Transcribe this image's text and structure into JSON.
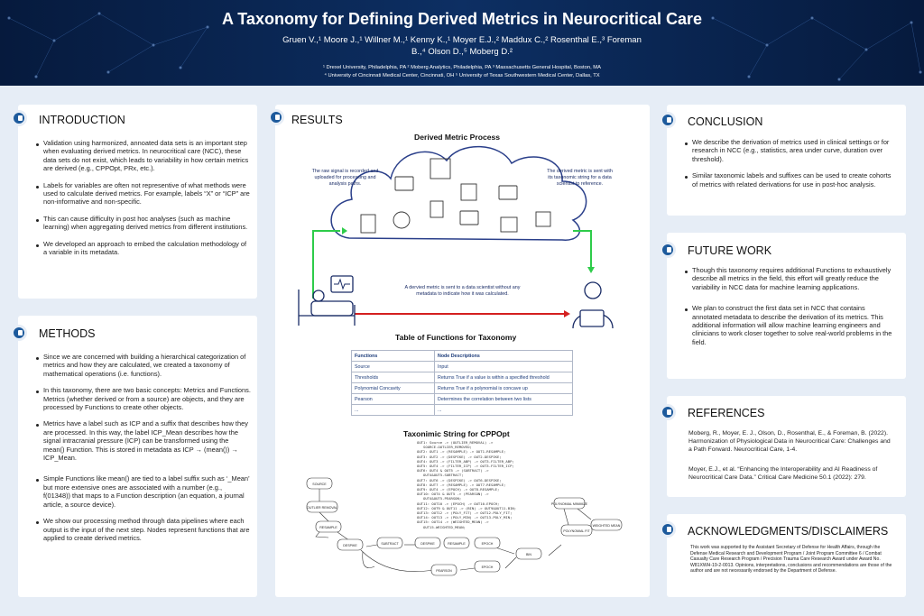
{
  "header": {
    "title": "A Taxonomy for Defining Derived Metrics in Neurocritical Care",
    "authors": "Gruen V.,¹ Moore J.,¹ Willner M.,¹ Kenny K.,¹ Moyer E.J.,² Maddux C.,² Rosenthal E.,³ Foreman B.,⁴ Olson D.,⁵ Moberg D.²",
    "affil_1": "¹ Drexel University, Philadelphia, PA ² Moberg Analytics, Philadelphia, PA ³ Massachusetts General Hospital, Boston, MA",
    "affil_2": "⁴ University of Cincinnati Medical Center, Cincinnati, OH ⁵ University of Texas Southwestern Medical Center, Dallas, TX"
  },
  "introduction": {
    "heading": "INTRODUCTION",
    "bullets": [
      "Validation using harmonized, annoated data sets is an important step when evaluating derived metrics. In neurocritical care (NCC), these data sets do not exist, which leads to variability in how certain metrics are derived (e.g., CPPOpt, PRx, etc.).",
      "Labels for variables are often not representive of what methods were used to calculate derived metrics. For example, labels “X” or “ICP” are non-informative and non-specific.",
      "This can cause difficulty in post hoc analyses (such as machine learning) when aggregating derived metrics from different institutions.",
      "We developed an approach to embed the calculation methodology of a variable in its metadata."
    ]
  },
  "methods": {
    "heading": "METHODS",
    "bullets": [
      "Since we are concerned with building a hierarchical categorization of metrics and how they are calculated, we created a taxonomy of mathematical operations (i.e. functions).",
      "In this taxonomy, there are two basic concepts: Metrics and Functions. Metrics (whether derived or from a source) are objects, and they are processed by Functions to create other objects.",
      "Metrics have a label such as ICP and a suffix that describes how they are processed. In this way, the label ICP_Mean describes how the signal intracranial pressure (ICP) can be transformed using the mean() Function. This is stored in metadata as ICP → (mean()) → ICP_Mean.",
      "Simple Functions like mean() are tied to a label suffix such as ‘_Mean’ but more extensive ones are associated with a number (e.g., f(01348)) that maps to a Function description (an equation, a journal article, a source device).",
      "We show our processing method through data pipelines where each output is the input of the next step. Nodes represent functions that are applied to create derived metrics."
    ]
  },
  "results": {
    "heading": "RESULTS",
    "process_title": "Derived Metric Process",
    "ann_left": "The raw signal is recorded and uploaded for processing and analysis paths.",
    "ann_right": "The derived metric is sent with its taxonomic string for a data scientist to reference.",
    "ann_bottom": "A dervied metric is sent to a data scientist without any metadata to indicate how it was calculated.",
    "table_title": "Table of Functions for Taxonomy",
    "table_headers": [
      "Functions",
      "Node Descriptions"
    ],
    "table_rows": [
      [
        "Source",
        "Input"
      ],
      [
        "Thresholds",
        "Returns True if a value is within a specified threshold"
      ],
      [
        "Polynomial Concavity",
        "Returns True if a polynomial is concave up"
      ],
      [
        "Pearson",
        "Determines the correlation between two lists"
      ],
      [
        "...",
        "..."
      ]
    ],
    "string_title": "Taxonimic String for CPPOpt",
    "code": "OUT1: Source -> (OUTLIER_REMOVAL) ->\n   SOURCE-OUTLIER_REMOVED;\nOUT2: OUT1 -> (RESAMPLE) -> OUT1-RESAMPLE;\nOUT3: OUT2 -> (DESPIKE) -> OUT2-DESPIKE;\nOUT4: OUT3 -> (FILTER_ABP) -> OUT3-FILTER_ABP;\nOUT5: OUT4 -> (FILTER_ICP) -> OUT3-FILTER_ICP;\nOUT6: OUT4 & OUT5 -> (SUBTRACT) ->\n   OUT4&OUT5-SUBTRACT;\nOUT7: OUT6 -> (DESPIKE) -> OUT6-DESPIKE;\nOUT8: OUT7 -> (RESAMPLE) -> OUT7-RESAMPLE;\nOUT9: OUT4 -> (EPOCH) -> OUT8-RESAMPLE;\nOUT10: OUT4 & OUT5 -> (PEARSON) ->\n   OUT4&OUT5-PEARSON;\nOUT11: OUT10 -> (EPOCH) -> OUT10-EPOCH;\nOUT12: OUT9 & OUT11 -> (BIN) -> OUT9&OUT11-BIN;\nOUT13: OUT12 -> (POLY_FIT) -> OUT12-POLY_FIT;\nOUT14: OUT13 -> (POLY_MIN) -> OUT13-POLY_MIN;\nOUT15: OUT14 -> (WEIGHTED_MEAN) ->\n   OUT15-WEIGHTED_MEAN;",
    "nodes": [
      "SOURCE",
      "OUTLIER REMOVAL",
      "RESAMPLE",
      "DESPIKE",
      "SUBTRACT",
      "DESPIKE",
      "RESAMPLE",
      "EPOCH",
      "BIN",
      "POLYNOMIAL FIT",
      "POLYNOMIAL MINIMIZE",
      "WEIGHTED MEAN",
      "PEARSON",
      "EPOCH"
    ]
  },
  "conclusion": {
    "heading": "CONCLUSION",
    "bullets": [
      "We describe the derivation of metrics used in clinical settings or for research in NCC (e.g., statistics, area under curve, duration over threshold).",
      "Similar taxonomic labels and suffixes can be used to create cohorts of metrics with related derivations for use in post-hoc analysis."
    ]
  },
  "future": {
    "heading": "FUTURE WORK",
    "bullets": [
      "Though this taxonomy requires additional Functions to exhaustively describe all metrics in the field, this effort will greatly reduce the variability in NCC data for machine learning applications.",
      "We plan to construct the first data set in NCC that contains annotated metadata to describe the derivation of its metrics. This additional information will allow machine learning engineers and clinicians to work closer together to solve real-world problems in the field."
    ]
  },
  "references": {
    "heading": "REFERENCES",
    "ref_1": "Moberg, R., Moyer, E. J., Olson, D., Rosenthal, E., & Foreman, B. (2022). Harmonization of Physiological Data in Neurocritical Care: Challenges and a Path Forward. Neurocritical Care, 1-4.",
    "ref_2": "Moyer, E.J., et al. “Enhancing the Interoperability and AI Readiness of Neurocritical Care Data.” Critical Care Medicine 50.1 (2022): 279."
  },
  "ack": {
    "heading": "ACKNOWLEDGMENTS/DISCLAIMERS",
    "text": "This work was supported by the Assistant Secretary of Defense for Health Affairs, through the Defense Medical Research and Development Program / Joint Program Committee 6 / Combat Casualty Care Research Program / Precision Trauma Care Research Award under Award No. W81XWH-19-2-0013. Opinions, interpretations, conclusions and recommendations are those of the author and are not necessarily endorsed by the Department of Defense."
  },
  "colors": {
    "header": "#0d2f63",
    "accent": "#1d5a9c",
    "green_arrow": "#2ecc4a",
    "red_arrow": "#d42020"
  }
}
